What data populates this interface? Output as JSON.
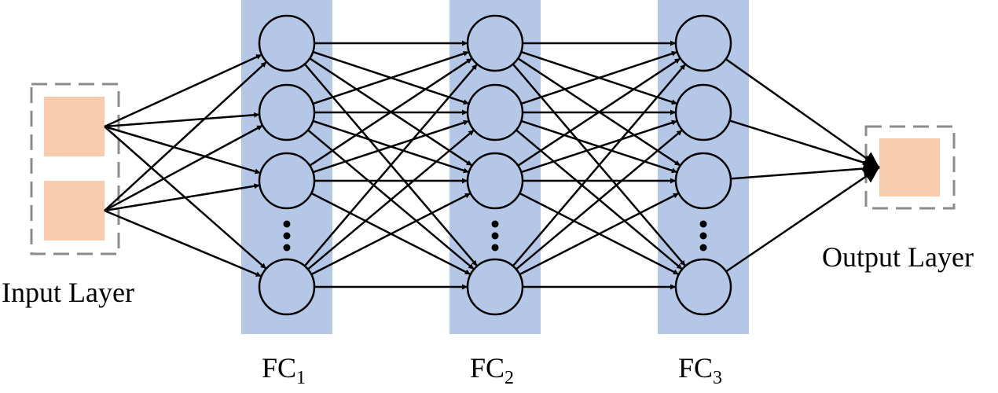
{
  "input_layer": {
    "label": "Input Layer",
    "node_count": 2
  },
  "hidden_layers": [
    {
      "label_main": "FC",
      "label_sub": "1",
      "visible_nodes": 4,
      "ellipsis": true
    },
    {
      "label_main": "FC",
      "label_sub": "2",
      "visible_nodes": 4,
      "ellipsis": true
    },
    {
      "label_main": "FC",
      "label_sub": "3",
      "visible_nodes": 4,
      "ellipsis": true
    }
  ],
  "output_layer": {
    "label": "Output Layer",
    "node_count": 1
  },
  "colors": {
    "layer_band": "#b4c7e7",
    "node_fill": "#b4c7e7",
    "io_box": "#f8cbad",
    "dashed_border": "#8c8c8c",
    "edge": "#000000"
  }
}
